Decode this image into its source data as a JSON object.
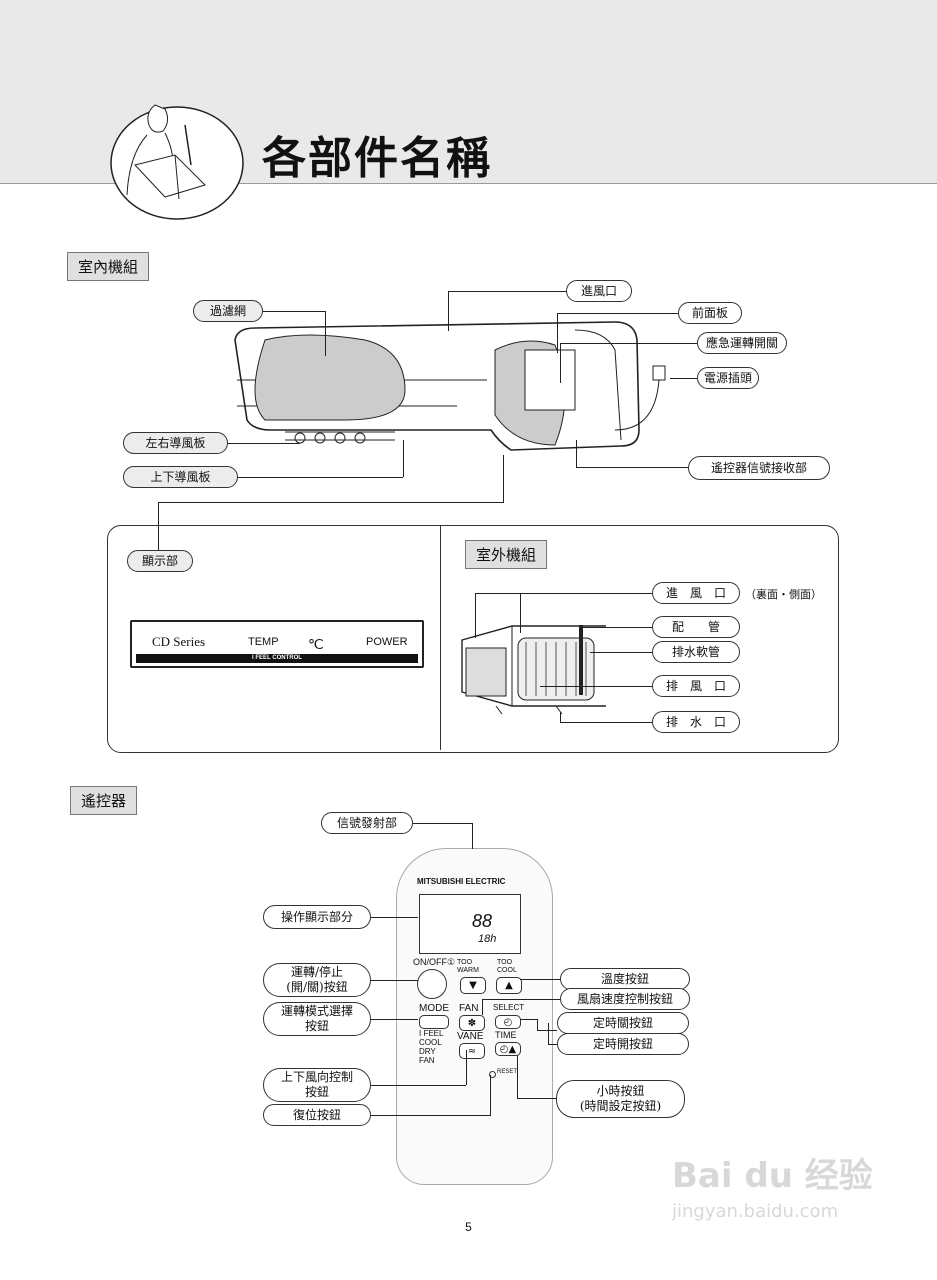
{
  "page": {
    "title": "各部件名稱",
    "page_number": "5"
  },
  "indoor": {
    "section_label": "室內機組",
    "labels": {
      "filter": "過濾網",
      "air_inlet": "進風口",
      "front_panel": "前面板",
      "emergency_switch": "應急運轉開關",
      "power_plug": "電源插頭",
      "lr_vane": "左右導風板",
      "ud_vane": "上下導風板",
      "receiver": "遙控器信號接收部",
      "display": "顯示部"
    },
    "display_panel": {
      "series": "CD Series",
      "temp": "TEMP",
      "unit": "℃",
      "power": "POWER",
      "bar": "I FEEL CONTROL"
    }
  },
  "outdoor": {
    "section_label": "室外機組",
    "labels": {
      "air_inlet": "進　風　口",
      "air_inlet_note": "（裏面・側面）",
      "piping": "配　　管",
      "drain_hose": "排水軟管",
      "air_outlet": "排　風　口",
      "drain_outlet": "排　水　口"
    }
  },
  "remote": {
    "section_label": "遙控器",
    "brand": "MITSUBISHI ELECTRIC",
    "buttons": {
      "on_off": "ON/OFF①",
      "too_warm": "TOO WARM",
      "too_cool": "TOO COOL",
      "mode": "MODE",
      "fan": "FAN",
      "vane": "VANE",
      "select": "SELECT",
      "time": "TIME",
      "reset": "RESET"
    },
    "modes": [
      "I FEEL",
      "COOL",
      "DRY",
      "FAN"
    ],
    "lcd": {
      "temp": "88",
      "hours": "18h"
    },
    "labels": {
      "transmitter": "信號發射部",
      "display_area": "操作顯示部分",
      "on_off_line1": "運轉/停止",
      "on_off_line2": "(開/關)按鈕",
      "mode_line1": "運轉模式選擇",
      "mode_line2": "按鈕",
      "vane_line1": "上下風向控制",
      "vane_line2": "按鈕",
      "reset": "復位按鈕",
      "temp": "溫度按鈕",
      "fan_speed": "風扇速度控制按鈕",
      "timer_off": "定時關按鈕",
      "timer_on": "定時開按鈕",
      "hour_line1": "小時按鈕",
      "hour_line2": "(時間設定按鈕)"
    }
  },
  "watermark": {
    "brand": "Bai du 经验",
    "url": "jingyan.baidu.com"
  }
}
